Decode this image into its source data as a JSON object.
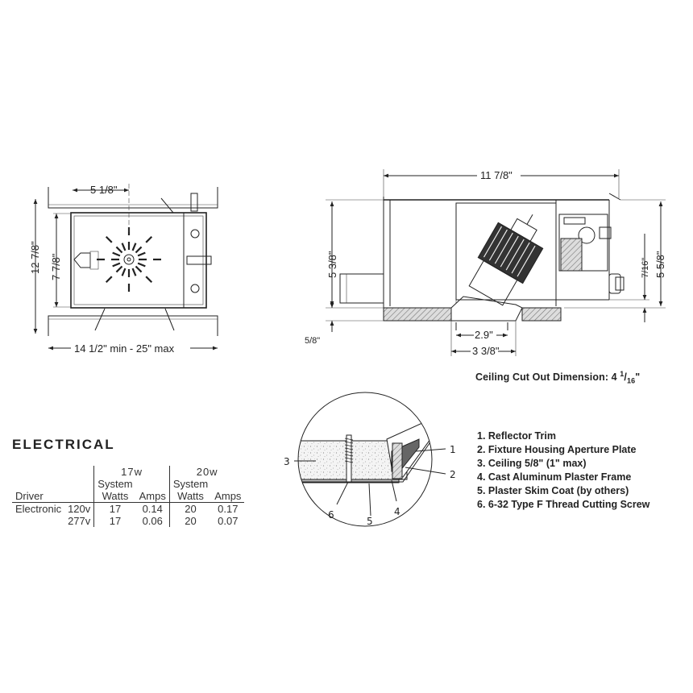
{
  "plan_view": {
    "dim_top": "5 1/8\"",
    "dim_left_outer": "12 7/8\"",
    "dim_left_inner": "7 7/8\"",
    "dim_bottom": "14 1/2\" min - 25\" max"
  },
  "side_view": {
    "dim_top": "11 7/8\"",
    "dim_left": "5 3/8\"",
    "dim_right_outer": "5 5/8\"",
    "dim_right_inner": "7/16\"",
    "dim_ceiling": "5/8\"",
    "dim_aperture": "2.9\"",
    "dim_trim": "3 3/8\""
  },
  "ceiling_cutout": {
    "label": "Ceiling Cut Out Dimension: 4",
    "whole": "",
    "fraction_num": "1",
    "fraction_den": "16",
    "unit": "\""
  },
  "detail_callouts": [
    "1",
    "2",
    "3",
    "4",
    "5",
    "6"
  ],
  "legend": [
    "1. Reflector Trim",
    "2. Fixture Housing Aperture Plate",
    "3. Ceiling 5/8\" (1\" max)",
    "4. Cast Aluminum Plaster Frame",
    "5. Plaster Skim Coat (by others)",
    "6. 6-32 Type F Thread Cutting Screw"
  ],
  "electrical": {
    "title": "ELECTRICAL",
    "group1": "17w",
    "group2": "20w",
    "system": "System",
    "watts": "Watts",
    "amps": "Amps",
    "driver": "Driver",
    "rows": [
      {
        "type": "Electronic",
        "voltage": "120v",
        "w1": "17",
        "a1": "0.14",
        "w2": "20",
        "a2": "0.17"
      },
      {
        "type": "",
        "voltage": "277v",
        "w1": "17",
        "a1": "0.06",
        "w2": "20",
        "a2": "0.07"
      }
    ]
  }
}
